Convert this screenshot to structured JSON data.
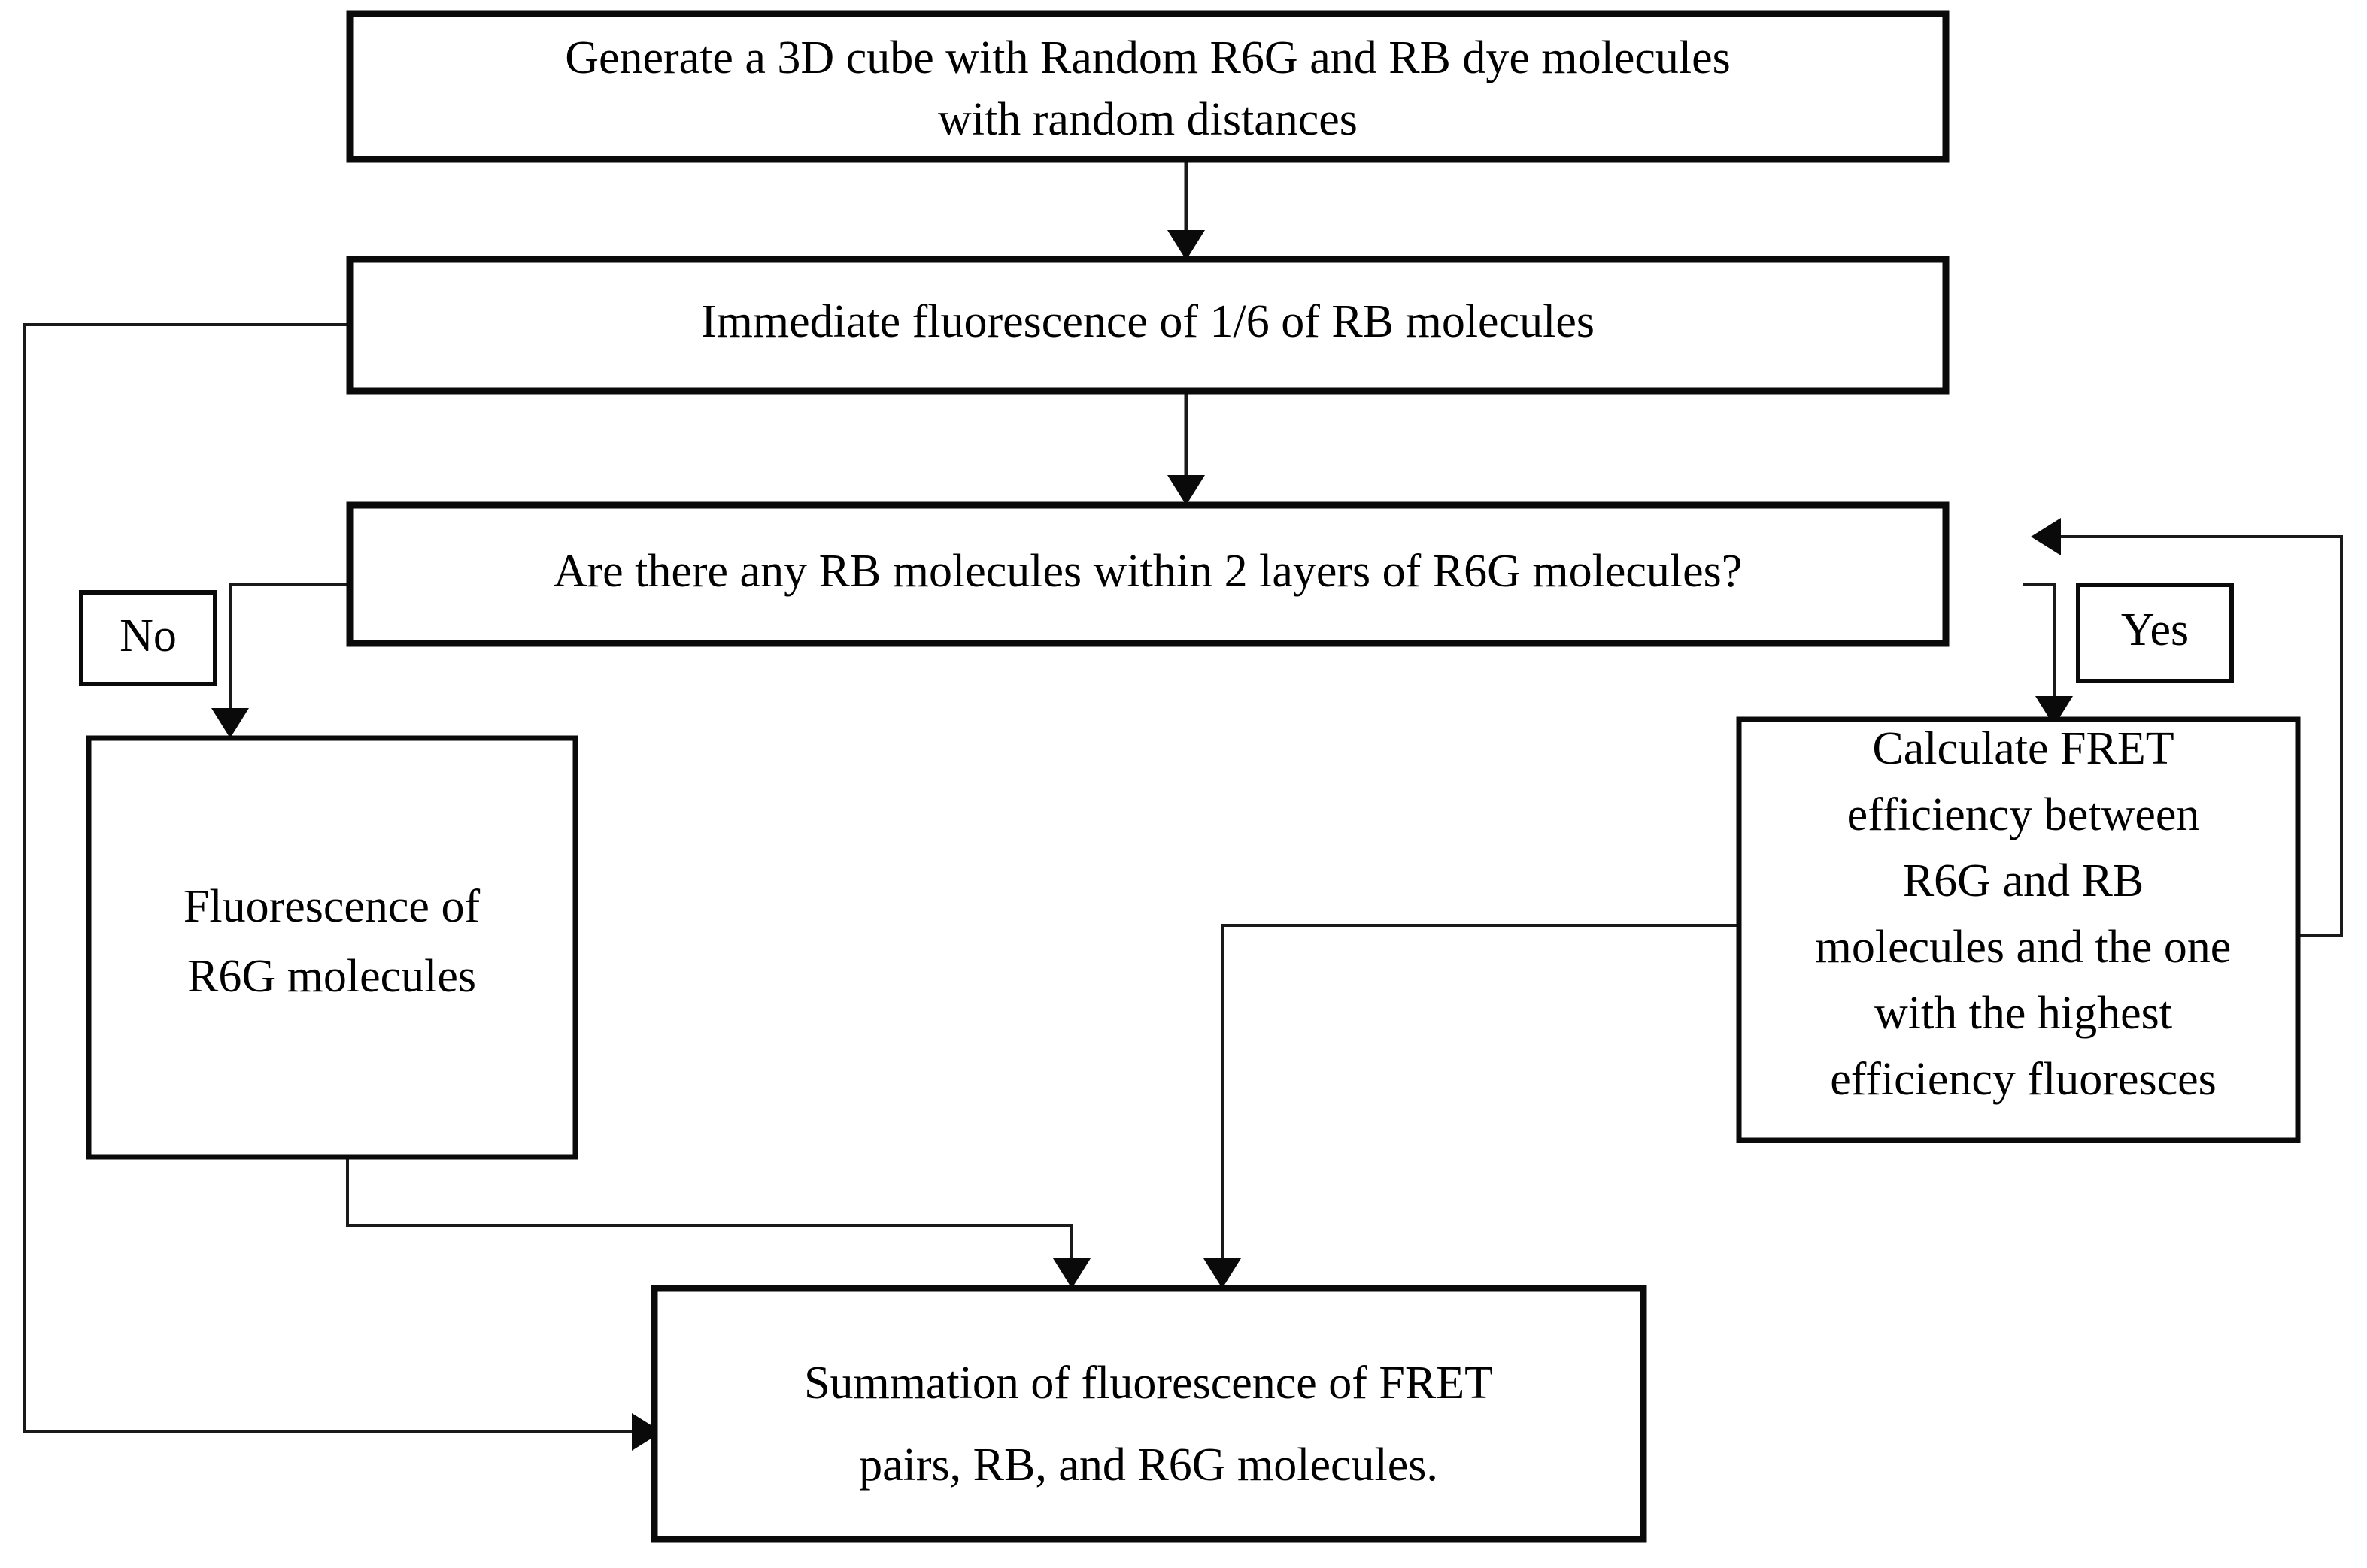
{
  "diagram": {
    "title": "FRET simulation flowchart",
    "type": "flowchart",
    "background_color": "#ffffff",
    "stroke_color": "#0a0a0a",
    "nodes": [
      {
        "id": "generate-cube",
        "shape": "rectangle",
        "lines": [
          "Generate a 3D cube with Random R6G and RB dye molecules",
          "with random distances"
        ]
      },
      {
        "id": "immediate-fluorescence",
        "shape": "rectangle",
        "lines": [
          "Immediate fluorescence of 1/6 of RB molecules"
        ]
      },
      {
        "id": "decision-rb-within-2-layers",
        "shape": "rectangle",
        "lines": [
          "Are there any RB molecules within 2 layers of R6G molecules?"
        ]
      },
      {
        "id": "fluorescence-r6g",
        "shape": "rectangle",
        "lines": [
          "Fluorescence of",
          "R6G molecules"
        ]
      },
      {
        "id": "calculate-fret",
        "shape": "rectangle",
        "lines": [
          "Calculate FRET",
          "efficiency between",
          "R6G and RB",
          "molecules and the one",
          "with the highest",
          "efficiency fluoresces"
        ]
      },
      {
        "id": "summation",
        "shape": "rectangle",
        "lines": [
          "Summation of fluorescence of FRET",
          "pairs, RB, and R6G molecules."
        ]
      }
    ],
    "edge_labels": {
      "no": "No",
      "yes": "Yes"
    }
  }
}
